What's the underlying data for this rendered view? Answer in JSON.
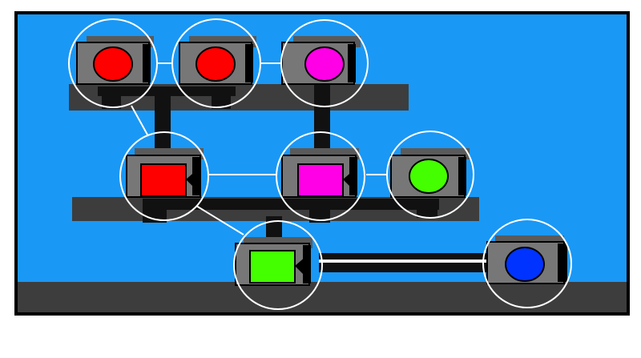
{
  "puzzle": {
    "colors": {
      "background": "#1a98f5",
      "frame": "#000000",
      "platform": "#3d3d3d",
      "pipe": "#111111",
      "box_face": "#777777",
      "box_top": "#999999",
      "ring": "#ffffff",
      "red": "#ff0000",
      "magenta": "#ff00e6",
      "green": "#44ff00",
      "blue": "#0033ff"
    },
    "nodes": [
      {
        "id": "n1",
        "kind": "light",
        "color": "red"
      },
      {
        "id": "n2",
        "kind": "light",
        "color": "red"
      },
      {
        "id": "n3",
        "kind": "light",
        "color": "magenta"
      },
      {
        "id": "n4",
        "kind": "camera",
        "color": "red"
      },
      {
        "id": "n5",
        "kind": "camera",
        "color": "magenta"
      },
      {
        "id": "n6",
        "kind": "light",
        "color": "green"
      },
      {
        "id": "n7",
        "kind": "camera",
        "color": "green"
      },
      {
        "id": "n8",
        "kind": "light",
        "color": "blue"
      }
    ],
    "links": [
      [
        "n1",
        "n2"
      ],
      [
        "n2",
        "n3"
      ],
      [
        "n1",
        "n4"
      ],
      [
        "n4",
        "n5"
      ],
      [
        "n5",
        "n6"
      ],
      [
        "n4",
        "n7"
      ],
      [
        "n7",
        "n8"
      ]
    ]
  }
}
